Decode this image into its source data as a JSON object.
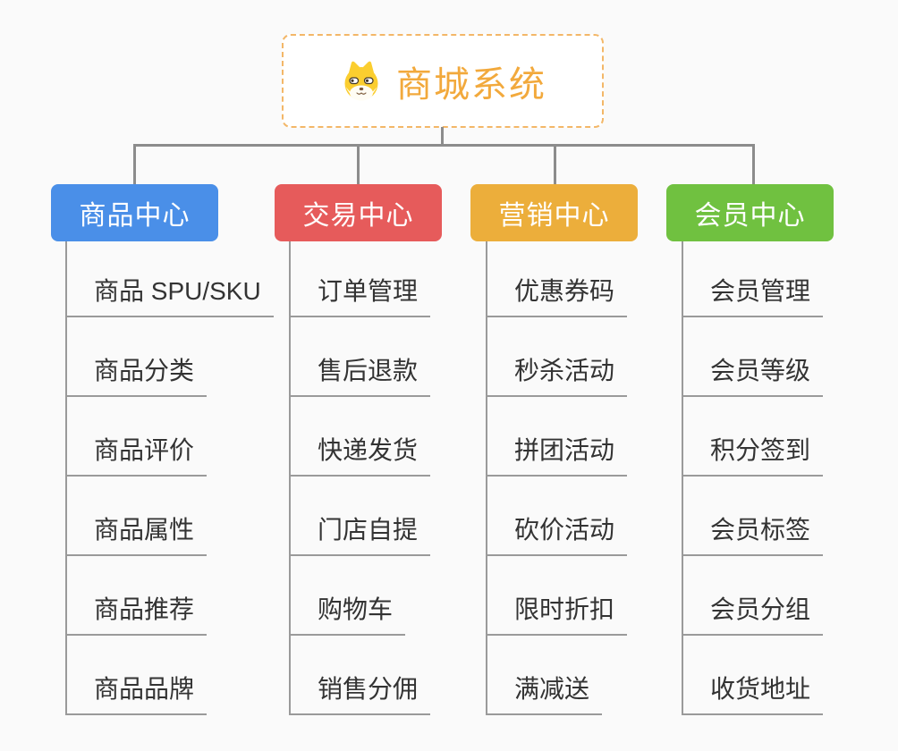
{
  "root": {
    "title": "商城系统",
    "icon": "doge-icon",
    "text_color": "#f2a93c",
    "border_color": "#f3b768"
  },
  "connector_color": "#8c8c8c",
  "branches": [
    {
      "label": "商品中心",
      "color": "#4a8fe8",
      "items": [
        "商品 SPU/SKU",
        "商品分类",
        "商品评价",
        "商品属性",
        "商品推荐",
        "商品品牌"
      ]
    },
    {
      "label": "交易中心",
      "color": "#e65b5b",
      "items": [
        "订单管理",
        "售后退款",
        "快递发货",
        "门店自提",
        "购物车",
        "销售分佣"
      ]
    },
    {
      "label": "营销中心",
      "color": "#ecae3b",
      "items": [
        "优惠券码",
        "秒杀活动",
        "拼团活动",
        "砍价活动",
        "限时折扣",
        "满减送"
      ]
    },
    {
      "label": "会员中心",
      "color": "#70c140",
      "items": [
        "会员管理",
        "会员等级",
        "积分签到",
        "会员标签",
        "会员分组",
        "收货地址"
      ]
    }
  ]
}
